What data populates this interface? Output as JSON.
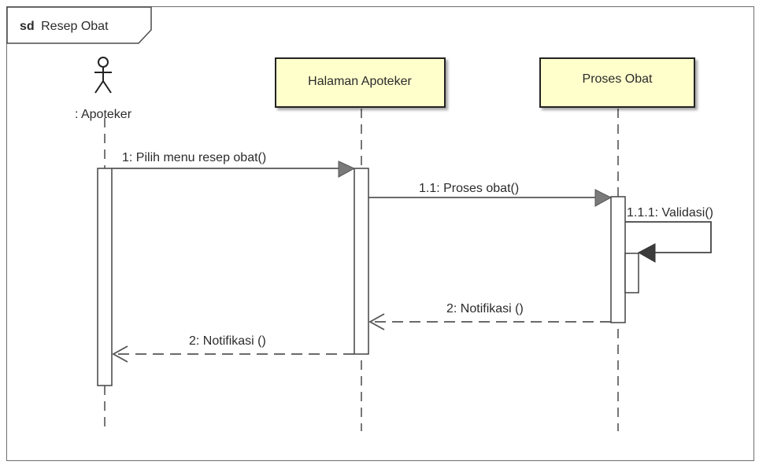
{
  "frame": {
    "operator": "sd",
    "name": "Resep Obat"
  },
  "lifelines": [
    {
      "id": "actor",
      "label": ": Apoteker",
      "type": "actor"
    },
    {
      "id": "halaman",
      "label": "Halaman Apoteker",
      "type": "object"
    },
    {
      "id": "proses",
      "label": "Proses Obat",
      "type": "object"
    }
  ],
  "messages": [
    {
      "id": "m1",
      "label": "1: Pilih menu resep obat()",
      "kind": "sync",
      "from": "actor",
      "to": "halaman"
    },
    {
      "id": "m2",
      "label": "1.1: Proses obat()",
      "kind": "sync",
      "from": "halaman",
      "to": "proses"
    },
    {
      "id": "m3",
      "label": "1.1.1: Validasi()",
      "kind": "self",
      "from": "proses",
      "to": "proses"
    },
    {
      "id": "m4",
      "label": "2: Notifikasi ()",
      "kind": "return",
      "from": "proses",
      "to": "halaman"
    },
    {
      "id": "m5",
      "label": "2: Notifikasi ()",
      "kind": "return",
      "from": "halaman",
      "to": "actor"
    }
  ],
  "colors": {
    "object_fill": "#ffffcc",
    "object_border": "#222222",
    "line": "#555555",
    "arrow_head": "#7a7a7a",
    "arrow_head_dark": "#3c3c3c"
  }
}
